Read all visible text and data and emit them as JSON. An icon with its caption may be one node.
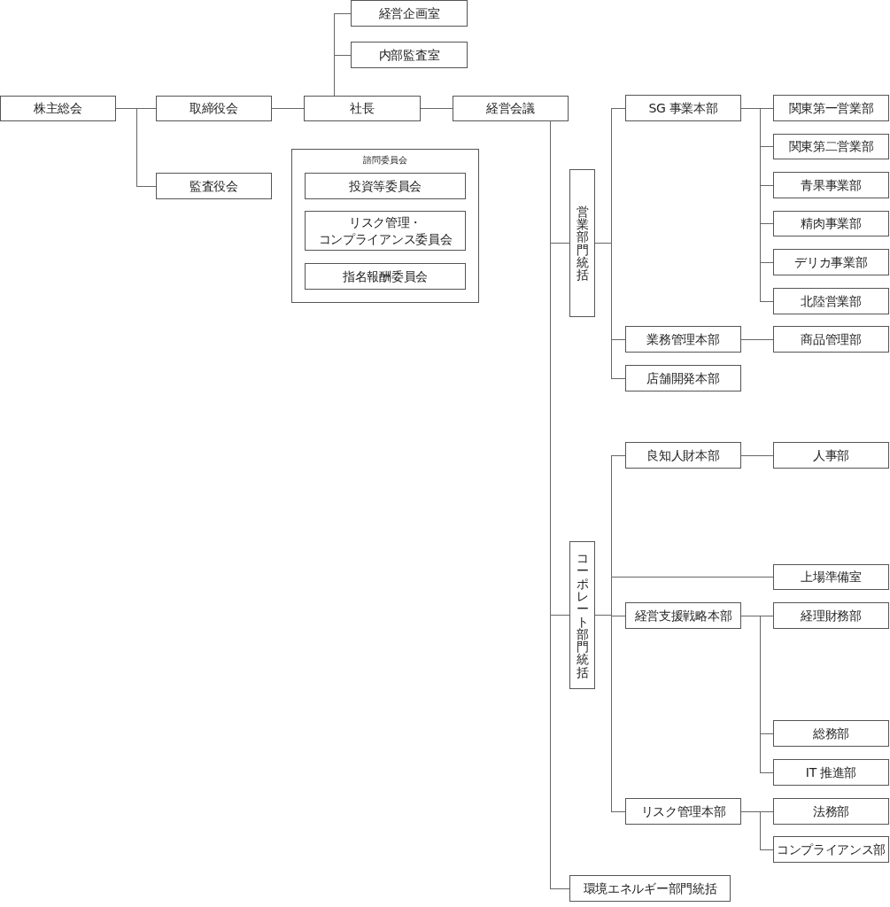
{
  "diagram": {
    "nodes": [
      {
        "text": [
          "株主総会"
        ]
      },
      {
        "text": [
          "取締役会"
        ]
      },
      {
        "text": [
          "経営企画室"
        ]
      },
      {
        "text": [
          "内部監査室"
        ]
      },
      {
        "text": [
          "社長"
        ]
      },
      {
        "text": [
          "経営会議"
        ]
      },
      {
        "text": [
          "監査役会"
        ]
      },
      {
        "text": [
          "諮問委員会"
        ]
      },
      {
        "text": [
          "投資等委員会"
        ],
        "in": 7
      },
      {
        "text": [
          "リスク管理・コンプライアンス委員会"
        ],
        "in": 7
      },
      {
        "text": [
          "指名報酬委員会"
        ],
        "in": 7
      },
      {
        "text": [
          "営業部門統括"
        ]
      },
      {
        "text": [
          "SG 事業本部"
        ]
      },
      {
        "text": [
          "関東第一営業部"
        ]
      },
      {
        "text": [
          "関東第二営業部"
        ]
      },
      {
        "text": [
          "青果事業部"
        ]
      },
      {
        "text": [
          "精肉事業部"
        ]
      },
      {
        "text": [
          "デリカ事業部"
        ]
      },
      {
        "text": [
          "北陸営業部"
        ]
      },
      {
        "text": [
          "業務管理本部"
        ]
      },
      {
        "text": [
          "商品管理部"
        ]
      },
      {
        "text": [
          "店舗開発本部"
        ]
      },
      {
        "text": [
          "コーポレート部門統括"
        ]
      },
      {
        "text": [
          "良知人財本部"
        ]
      },
      {
        "text": [
          "人事部"
        ]
      },
      {
        "text": [
          "上場準備室"
        ]
      },
      {
        "text": [
          "経営支援戦略本部"
        ]
      },
      {
        "text": [
          "経理財務部"
        ]
      },
      {
        "text": [
          "総務部"
        ]
      },
      {
        "text": [
          "IT 推進部"
        ]
      },
      {
        "text": [
          "リスク管理本部"
        ]
      },
      {
        "text": [
          "法務部"
        ]
      },
      {
        "text": [
          "コンプライアンス部"
        ]
      },
      {
        "text": [
          "環境エネルギー部門統括"
        ]
      }
    ],
    "edges": [
      {
        "from": 0,
        "to": 1,
        "arrow": "none"
      },
      {
        "from": 0,
        "to": 6,
        "arrow": "none"
      },
      {
        "from": 1,
        "to": 4,
        "arrow": "none"
      },
      {
        "from": 4,
        "to": 2,
        "arrow": "none"
      },
      {
        "from": 4,
        "to": 3,
        "arrow": "none"
      },
      {
        "from": 4,
        "to": 5,
        "arrow": "none"
      },
      {
        "from": 5,
        "to": 11,
        "arrow": "none"
      },
      {
        "from": 5,
        "to": 22,
        "arrow": "none"
      },
      {
        "from": 5,
        "to": 33,
        "arrow": "none"
      },
      {
        "from": 11,
        "to": 12,
        "arrow": "none"
      },
      {
        "from": 11,
        "to": 19,
        "arrow": "none"
      },
      {
        "from": 11,
        "to": 21,
        "arrow": "none"
      },
      {
        "from": 12,
        "to": 13,
        "arrow": "none"
      },
      {
        "from": 12,
        "to": 14,
        "arrow": "none"
      },
      {
        "from": 12,
        "to": 15,
        "arrow": "none"
      },
      {
        "from": 12,
        "to": 16,
        "arrow": "none"
      },
      {
        "from": 12,
        "to": 17,
        "arrow": "none"
      },
      {
        "from": 12,
        "to": 18,
        "arrow": "none"
      },
      {
        "from": 19,
        "to": 20,
        "arrow": "none"
      },
      {
        "from": 22,
        "to": 23,
        "arrow": "none"
      },
      {
        "from": 22,
        "to": 25,
        "arrow": "none"
      },
      {
        "from": 22,
        "to": 26,
        "arrow": "none"
      },
      {
        "from": 22,
        "to": 30,
        "arrow": "none"
      },
      {
        "from": 23,
        "to": 24,
        "arrow": "none"
      },
      {
        "from": 26,
        "to": 27,
        "arrow": "none"
      },
      {
        "from": 26,
        "to": 28,
        "arrow": "none"
      },
      {
        "from": 26,
        "to": 29,
        "arrow": "none"
      },
      {
        "from": 30,
        "to": 31,
        "arrow": "none"
      },
      {
        "from": 30,
        "to": 32,
        "arrow": "none"
      }
    ]
  }
}
